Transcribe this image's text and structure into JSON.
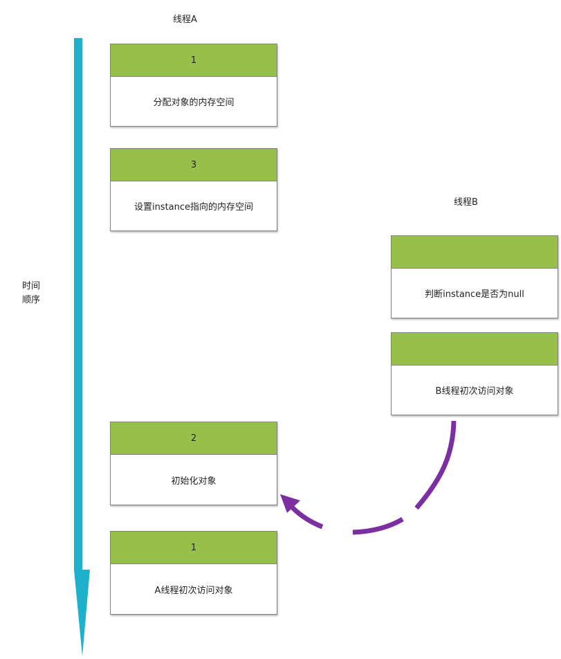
{
  "thread_a": {
    "title": "线程A",
    "boxes": [
      {
        "step": "1",
        "text": "分配对象的内存空间"
      },
      {
        "step": "3",
        "text": "设置instance指向的内存空间"
      },
      {
        "step": "2",
        "text": "初始化对象"
      },
      {
        "step": "1",
        "text": "A线程初次访问对象"
      }
    ]
  },
  "thread_b": {
    "title": "线程B",
    "boxes": [
      {
        "step": "",
        "text": "判断instance是否为null"
      },
      {
        "step": "",
        "text": "B线程初次访问对象"
      }
    ]
  },
  "timeline": {
    "label_line1": "时间",
    "label_line2": "顺序"
  },
  "colors": {
    "box_header": "#97c04a",
    "timeline_arrow": "#1fb0cc",
    "curve_arrow": "#7b2fa0"
  }
}
